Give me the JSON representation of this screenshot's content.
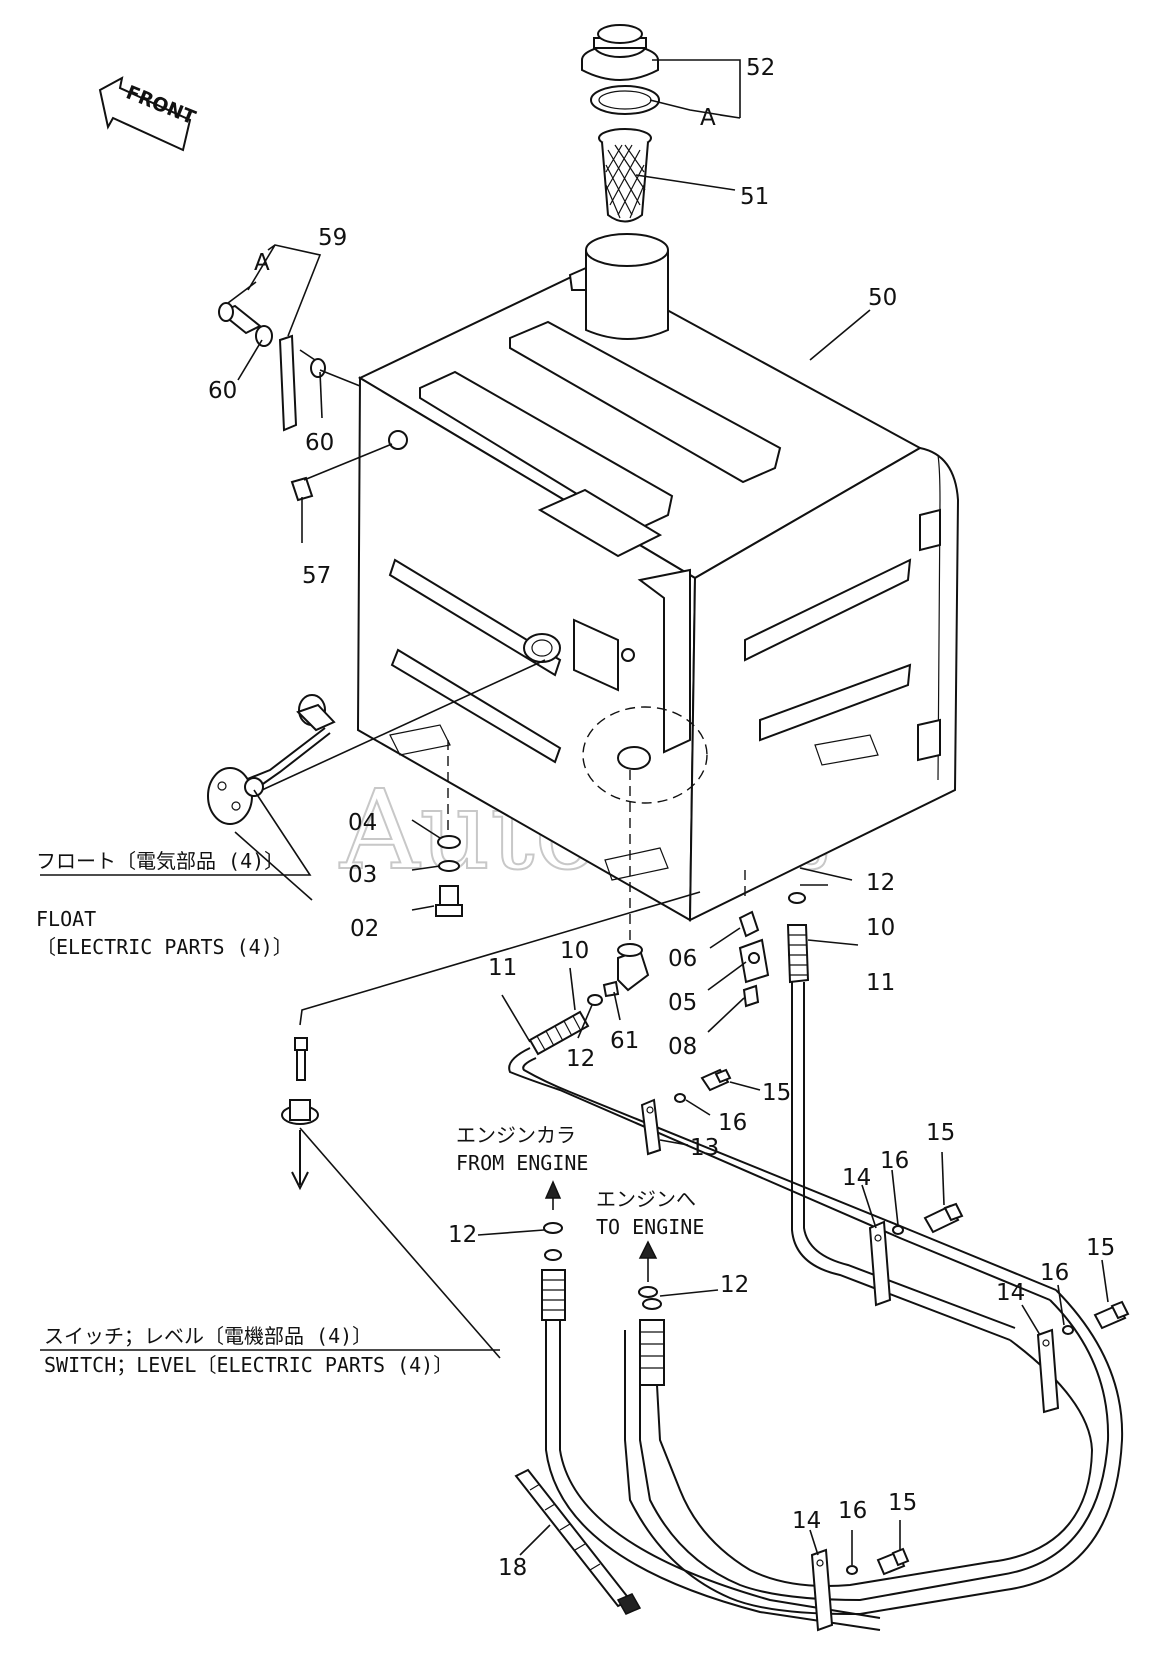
{
  "watermark": "AutoSoft",
  "front_tag": "FRONT",
  "labels": {
    "l52": "52",
    "lA1": "A",
    "l51": "51",
    "l50": "50",
    "l59": "59",
    "lA2": "A",
    "l60a": "60",
    "l60b": "60",
    "l57": "57",
    "l04": "04",
    "l03": "03",
    "l02": "02",
    "l12a": "12",
    "l10a": "10",
    "l11a": "11",
    "l11b": "11",
    "l10b": "10",
    "l12b": "12",
    "l61": "61",
    "l06": "06",
    "l05": "05",
    "l08": "08",
    "l15a": "15",
    "l16a": "16",
    "l13": "13",
    "l14a": "14",
    "l16b": "16",
    "l15b": "15",
    "l14b": "14",
    "l16c": "16",
    "l15c": "15",
    "l14c": "14",
    "l16d": "16",
    "l15d": "15",
    "l12c": "12",
    "l12d": "12",
    "l18": "18"
  },
  "notes": {
    "float_jp": "フロート〔電気部品 (4)〕",
    "float_en1": "FLOAT",
    "float_en2": "〔ELECTRIC PARTS (4)〕",
    "switch_jp": "スイッチ；レベル〔電機部品 (4)〕",
    "switch_en": "SWITCH；LEVEL〔ELECTRIC PARTS (4)〕",
    "from_engine_jp": "エンジンカラ",
    "from_engine_en": "FROM ENGINE",
    "to_engine_jp": "エンジンへ",
    "to_engine_en": "TO ENGINE"
  }
}
